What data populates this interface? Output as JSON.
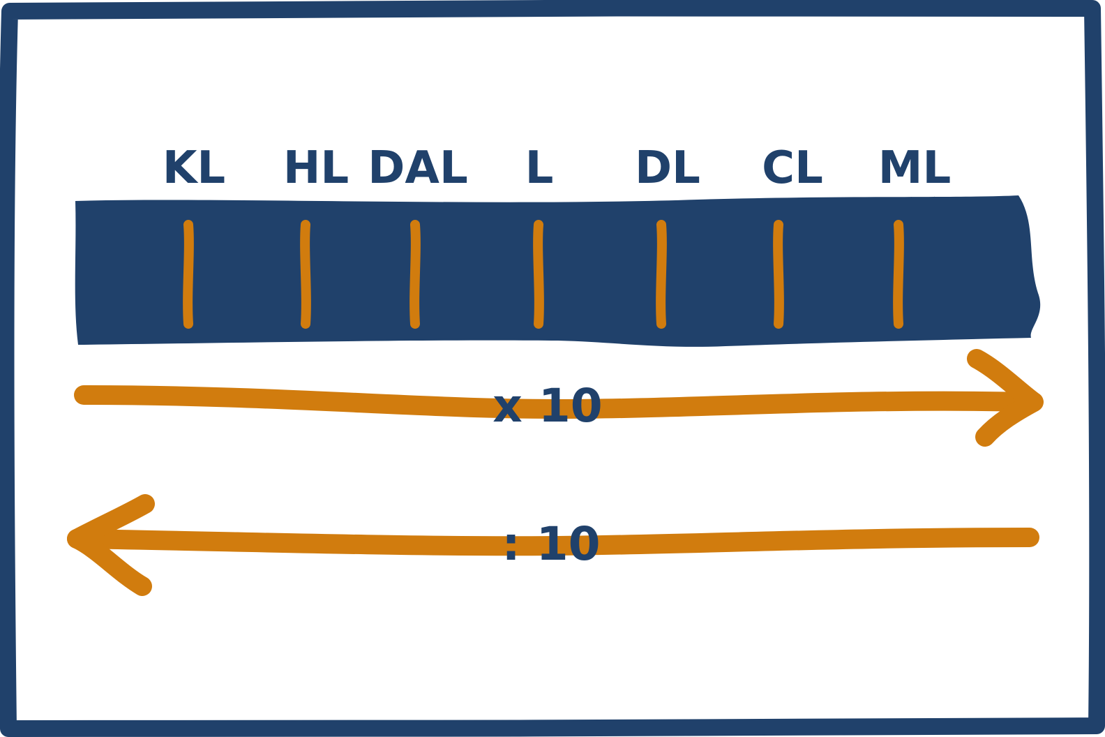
{
  "colors": {
    "navy": "#20416b",
    "orange": "#d17c0e",
    "background": "#ffffff"
  },
  "units": [
    "KL",
    "HL",
    "DAL",
    "L",
    "DL",
    "CL",
    "ML"
  ],
  "operations": {
    "multiply": {
      "label": "x 10",
      "direction": "right"
    },
    "divide": {
      "label": ": 10",
      "direction": "left"
    }
  }
}
